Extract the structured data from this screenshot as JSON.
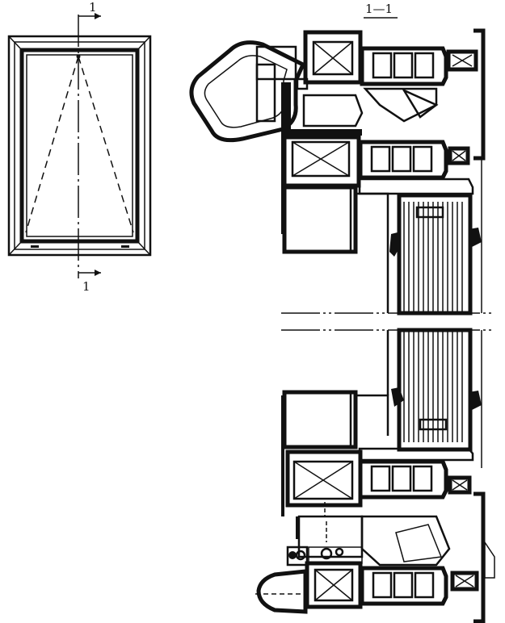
{
  "elevation": {
    "cut_marker_top": "1",
    "cut_marker_bottom": "1"
  },
  "section": {
    "title": "1—1"
  },
  "colors": {
    "ink": "#111111",
    "paper": "#ffffff"
  }
}
